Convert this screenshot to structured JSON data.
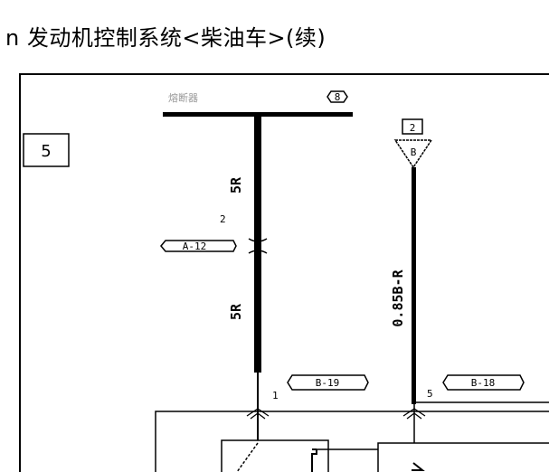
{
  "title": "n 发动机控制系统<柴油车>(续)",
  "diagram": {
    "section_box": "5",
    "fuse_label": "熔断器",
    "fuse_number": "8",
    "ground_box": "2",
    "ground_letter": "B",
    "wire_left_upper": "5R",
    "wire_left_lower": "5R",
    "wire_right": "0.85B-R",
    "pin_splice": "2",
    "pin_left": "1",
    "pin_right": "5",
    "connector_a": "A-12",
    "connector_b19": "B-19",
    "connector_b18": "B-18"
  }
}
